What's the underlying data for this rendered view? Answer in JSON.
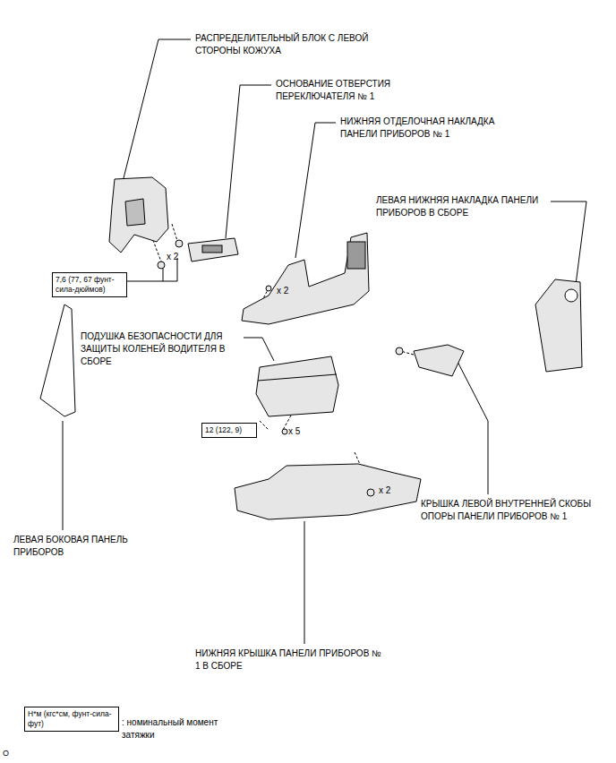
{
  "diagram": {
    "nodes": [
      {
        "text": [
          "7,6 (77, 67 фунт-сила-дюймов)"
        ]
      },
      {
        "text": [
          "12 (122, 9)"
        ]
      },
      {
        "text": [
          "Н*м (кгс*см, фунт-сила-фут)"
        ]
      }
    ],
    "labels": [
      "РАСПРЕДЕЛИТЕЛЬНЫЙ БЛОК С ЛЕВОЙ СТОРОНЫ КОЖУХА",
      "ОСНОВАНИЕ ОТВЕРСТИЯ ПЕРЕКЛЮЧАТЕЛЯ № 1",
      "НИЖНЯЯ ОТДЕЛОЧНАЯ НАКЛАДКА ПАНЕЛИ ПРИБОРОВ № 1",
      "ЛЕВАЯ НИЖНЯЯ НАКЛАДКА ПАНЕЛИ ПРИБОРОВ В СБОРЕ",
      "x 2",
      "x 2",
      "ПОДУШКА БЕЗОПАСНОСТИ ДЛЯ ЗАЩИТЫ КОЛЕНЕЙ ВОДИТЕЛЯ В СБОРЕ",
      "x 5",
      "x 2",
      "ЛЕВАЯ БОКОВАЯ ПАНЕЛЬ ПРИБОРОВ",
      "КРЫШКА ЛЕВОЙ ВНУТРЕННЕЙ СКОБЫ ОПОРЫ ПАНЕЛИ ПРИБОРОВ № 1",
      "НИЖНЯЯ КРЫШКА ПАНЕЛИ ПРИБОРОВ № 1 В СБОРЕ",
      ": номинальный момент затяжки",
      "O"
    ]
  }
}
